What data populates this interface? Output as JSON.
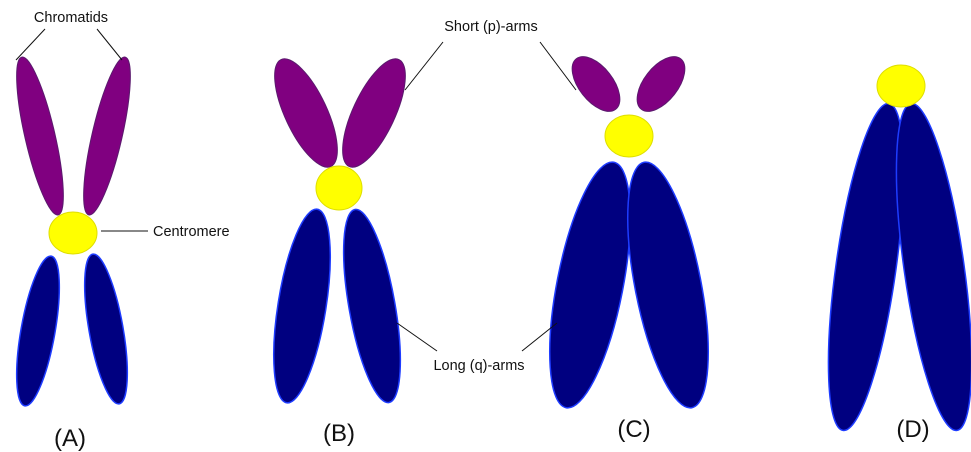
{
  "colors": {
    "p_arm_fill": "#800080",
    "p_arm_stroke": "#5b1a6e",
    "q_arm_fill": "#000080",
    "q_arm_stroke": "#1e3cff",
    "centromere": "#ffff00",
    "centromere_stroke": "#dede00",
    "text": "#111111",
    "background": "#ffffff"
  },
  "labels": {
    "chromatids": "Chromatids",
    "centromere": "Centromere",
    "short_arms": "Short (p)-arms",
    "long_arms": "Long (q)-arms"
  },
  "panels": [
    {
      "id": "A",
      "caption": "(A)"
    },
    {
      "id": "B",
      "caption": "(B)"
    },
    {
      "id": "C",
      "caption": "(C)"
    },
    {
      "id": "D",
      "caption": "(D)"
    }
  ]
}
